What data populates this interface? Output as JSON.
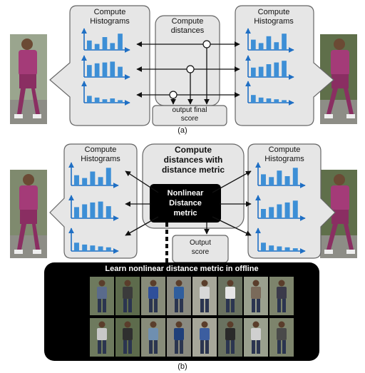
{
  "panel_a": {
    "left_box_title": "Compute\nHistograms",
    "center_box_title": "Compute\ndistances",
    "right_box_title": "Compute\nHistograms",
    "output_label": "output final\nscore",
    "caption": "(a)"
  },
  "panel_b": {
    "left_box_title": "Compute\nHistograms",
    "center_box_title": "Compute\ndistances with\ndistance metric",
    "metric_label": "Nonlinear\nDistance\nmetric",
    "right_box_title": "Compute\nHistograms",
    "output_label": "Output\nscore",
    "offline_banner": "Learn nonlinear distance metric in offline",
    "caption": "(b)"
  },
  "colors": {
    "box_fill": "#e6e6e6",
    "box_stroke": "#666666",
    "bar_blue": "#3d8fd6",
    "axis_blue": "#1f6fc4",
    "black_panel": "#000000",
    "person_shirt": "#a43b78",
    "person_pants": "#8a2e62"
  },
  "histograms": {
    "panel_a_left": [
      [
        0.55,
        0.35,
        0.75,
        0.4,
        0.95
      ],
      [
        0.7,
        0.8,
        0.85,
        0.9,
        0.6
      ],
      [
        0.4,
        0.3,
        0.2,
        0.25,
        0.15
      ]
    ],
    "panel_a_right": [
      [
        0.6,
        0.4,
        0.8,
        0.45,
        0.95
      ],
      [
        0.55,
        0.6,
        0.75,
        0.85,
        0.95
      ],
      [
        0.45,
        0.3,
        0.25,
        0.2,
        0.15
      ]
    ],
    "panel_b_left": [
      [
        0.55,
        0.4,
        0.75,
        0.45,
        0.95
      ],
      [
        0.6,
        0.75,
        0.85,
        0.9,
        0.65
      ],
      [
        0.45,
        0.35,
        0.3,
        0.25,
        0.2
      ]
    ],
    "panel_b_right": [
      [
        0.6,
        0.45,
        0.8,
        0.5,
        0.95
      ],
      [
        0.5,
        0.6,
        0.75,
        0.85,
        0.95
      ],
      [
        0.45,
        0.3,
        0.25,
        0.2,
        0.15
      ]
    ]
  }
}
